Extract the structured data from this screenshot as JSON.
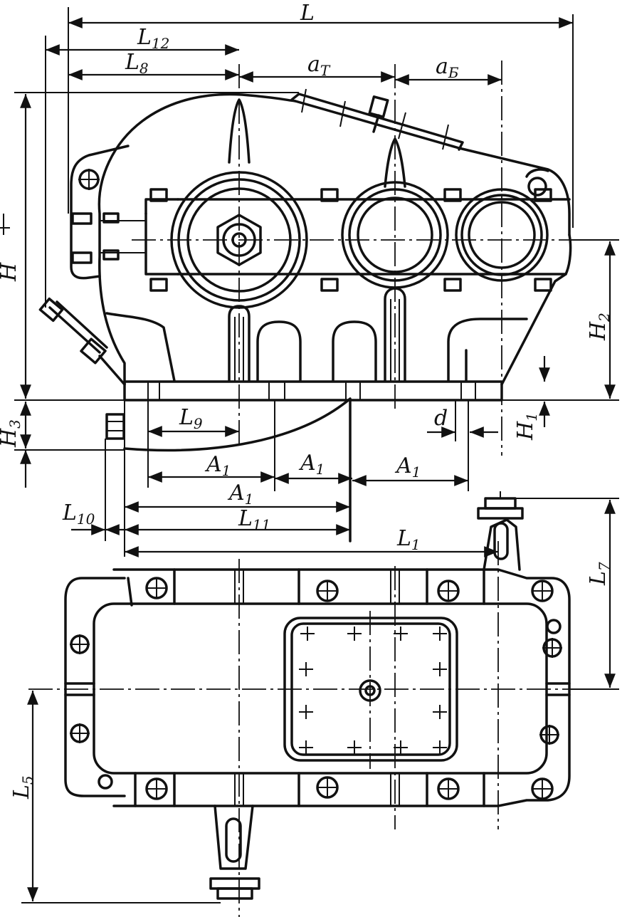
{
  "labels": {
    "L": "L",
    "L12": {
      "main": "L",
      "sub": "12"
    },
    "L8": {
      "main": "L",
      "sub": "8"
    },
    "aT": {
      "main": "a",
      "sub": "Т"
    },
    "aB": {
      "main": "a",
      "sub": "Б"
    },
    "H": "H",
    "H2": {
      "main": "H",
      "sub": "2"
    },
    "H3": {
      "main": "H",
      "sub": "3"
    },
    "H1": {
      "main": "H",
      "sub": "1"
    },
    "d": "d",
    "L9": {
      "main": "L",
      "sub": "9"
    },
    "A1a": {
      "main": "A",
      "sub": "1"
    },
    "A1b": {
      "main": "A",
      "sub": "1"
    },
    "A1c": {
      "main": "A",
      "sub": "1"
    },
    "A1d": {
      "main": "A",
      "sub": "1"
    },
    "L10": {
      "main": "L",
      "sub": "10"
    },
    "L11": {
      "main": "L",
      "sub": "11"
    },
    "L1": {
      "main": "L",
      "sub": "1"
    },
    "L7": {
      "main": "L",
      "sub": "7"
    },
    "L5": {
      "main": "L",
      "sub": "5"
    }
  },
  "colors": {
    "ink": "#111111",
    "paper": "#ffffff"
  }
}
